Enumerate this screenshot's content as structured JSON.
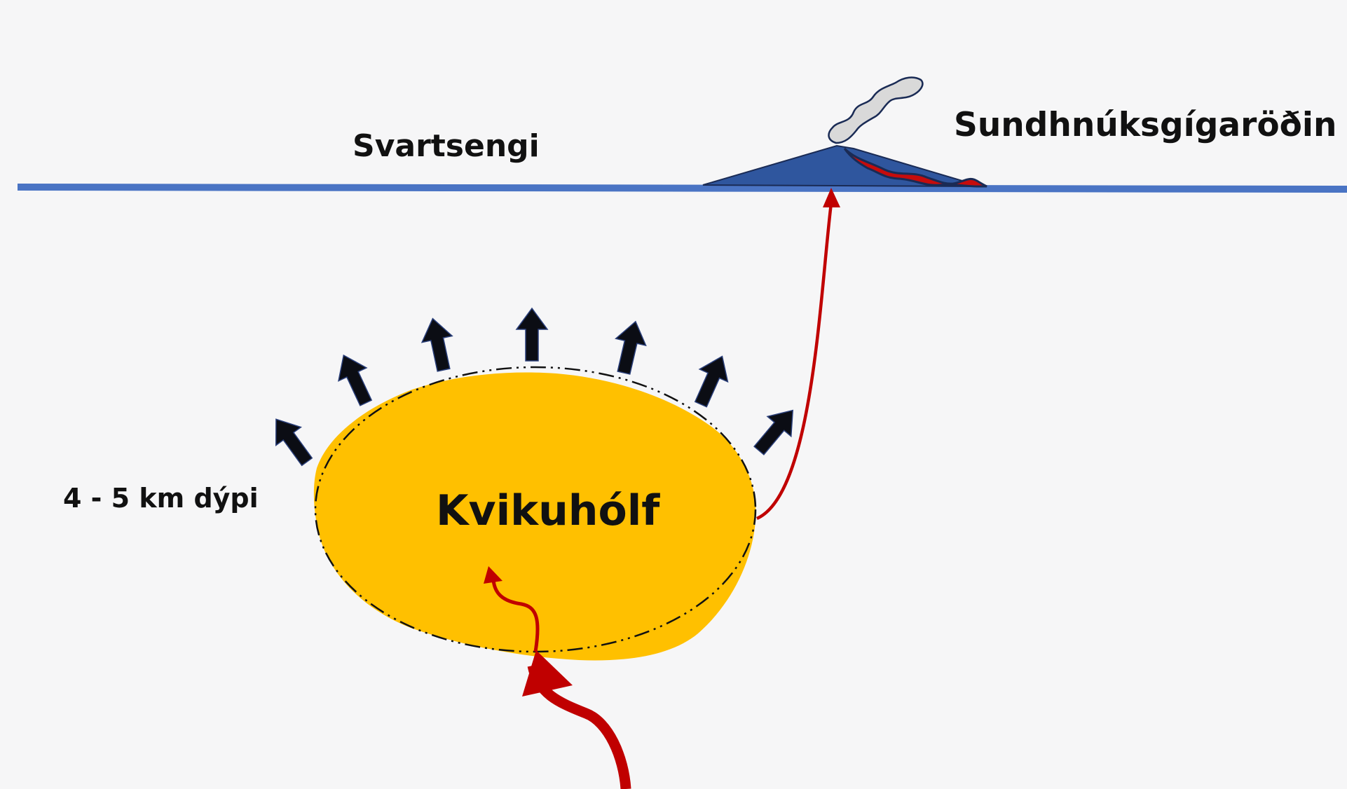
{
  "labels": {
    "svartsengi": "Svartsengi",
    "crater_row": "Sundhnúksgígaröðin",
    "depth": "4 - 5 km dýpi",
    "chamber": "Kvikuhólf"
  },
  "colors": {
    "background": "#f6f6f7",
    "ground_line": "#4a74c4",
    "volcano": "#2f569e",
    "lava": "#c60c0c",
    "magma_chamber": "#ffc000",
    "magma_path": "#c00000",
    "uplift_arrows": "#0b0d14",
    "steam": "#d9d9d9"
  },
  "icons": {
    "volcano": "volcano-cone-icon",
    "steam": "steam-plume-icon",
    "lava": "lava-flow-icon",
    "uplift": "uplift-arrow-icon"
  }
}
